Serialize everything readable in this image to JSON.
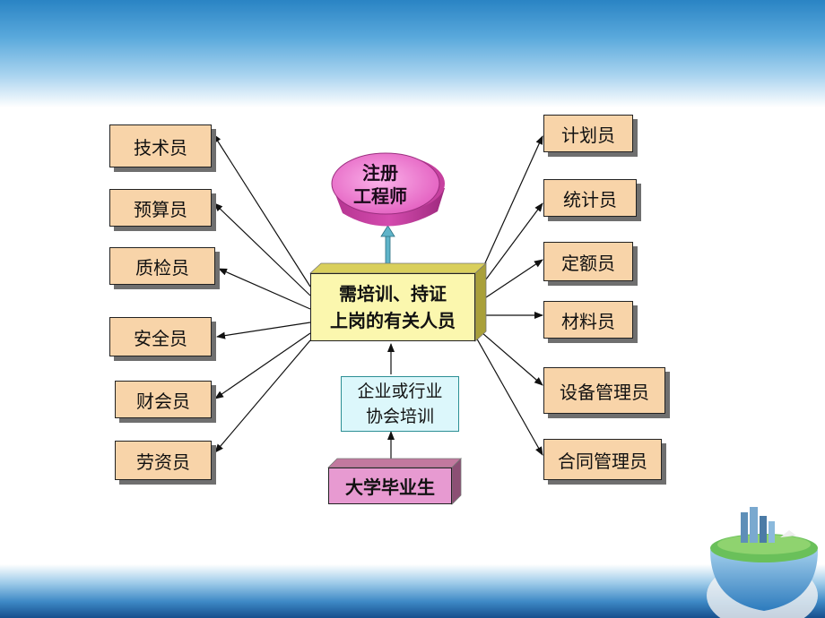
{
  "left_roles": [
    "技术员",
    "预算员",
    "质检员",
    "安全员",
    "财会员",
    "劳资员"
  ],
  "right_roles": [
    "计划员",
    "统计员",
    "定额员",
    "材料员",
    "设备管理员",
    "合同管理员"
  ],
  "top_node": {
    "line1": "注册",
    "line2": "工程师"
  },
  "center_node": {
    "line1": "需培训、持证",
    "line2": "上岗的有关人员"
  },
  "training_node": {
    "line1": "企业或行业",
    "line2": "协会培训"
  },
  "source_node": "大学毕业生",
  "colors": {
    "role_box": "#f8d4a9",
    "center_box": "#fbf7ae",
    "training_box": "#dcf7fb",
    "source_box": "#e79ad1",
    "top_node": "#e35fc0"
  }
}
